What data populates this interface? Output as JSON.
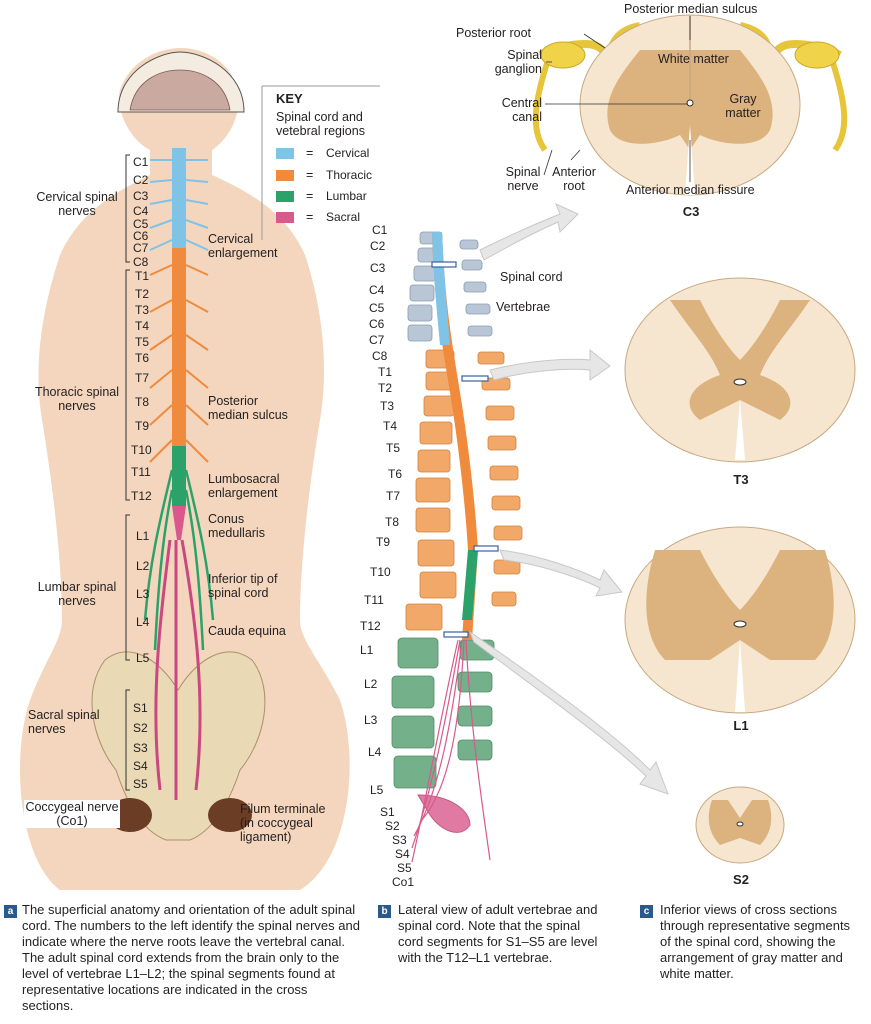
{
  "key": {
    "title": "KEY",
    "subtitle": "Spinal cord and vetebral regions",
    "items": [
      {
        "label": "Cervical",
        "color": "#7fc3e6"
      },
      {
        "label": "Thoracic",
        "color": "#f08a3c"
      },
      {
        "label": "Lumbar",
        "color": "#2aa26a"
      },
      {
        "label": "Sacral",
        "color": "#d9598c"
      }
    ],
    "equals": "="
  },
  "panel_a": {
    "cervical_segments": [
      "C1",
      "C2",
      "C3",
      "C4",
      "C5",
      "C6",
      "C7",
      "C8"
    ],
    "thoracic_segments": [
      "T1",
      "T2",
      "T3",
      "T4",
      "T5",
      "T6",
      "T7",
      "T8",
      "T9",
      "T10",
      "T11",
      "T12"
    ],
    "lumbar_segments": [
      "L1",
      "L2",
      "L3",
      "L4",
      "L5"
    ],
    "sacral_segments": [
      "S1",
      "S2",
      "S3",
      "S4",
      "S5"
    ],
    "labels": {
      "cervical_nerves": "Cervical spinal nerves",
      "thoracic_nerves": "Thoracic spinal nerves",
      "lumbar_nerves": "Lumbar spinal nerves",
      "sacral_nerves": "Sacral spinal nerves",
      "coccygeal": "Coccygeal nerve (Co1)",
      "cervical_enlargement": "Cervical enlargement",
      "posterior_median_sulcus": "Posterior median sulcus",
      "lumbosacral_enlargement": "Lumbosacral enlargement",
      "conus_medullaris": "Conus medullaris",
      "inferior_tip": "Inferior tip of spinal cord",
      "cauda_equina": "Cauda equina",
      "filum_terminale": "Filum terminale (in coccygeal ligament)"
    }
  },
  "panel_b": {
    "left_labels": [
      "C1",
      "C2",
      "C3",
      "C4",
      "C5",
      "C6",
      "C7",
      "C8",
      "T1",
      "T2",
      "T3",
      "T4",
      "T5",
      "T6",
      "T7",
      "T8",
      "T9",
      "T10",
      "T11",
      "T12",
      "L1",
      "L2",
      "L3",
      "L4",
      "L5",
      "S1",
      "S2",
      "S3",
      "S4",
      "S5",
      "Co1"
    ],
    "spinal_cord": "Spinal cord",
    "vertebrae": "Vertebrae"
  },
  "panel_c": {
    "labels": {
      "posterior_median_sulcus": "Posterior median sulcus",
      "posterior_root": "Posterior root",
      "spinal_ganglion": "Spinal ganglion",
      "white_matter": "White matter",
      "central_canal": "Central canal",
      "gray_matter": "Gray matter",
      "spinal_nerve": "Spinal nerve",
      "anterior_root": "Anterior root",
      "anterior_median_fissure": "Anterior median fissure"
    },
    "sections": [
      "C3",
      "T3",
      "L1",
      "S2"
    ]
  },
  "captions": {
    "a": {
      "letter": "a",
      "text": "The superficial anatomy and orientation of the adult spinal cord. The numbers to the left identify the spinal nerves and indicate where the nerve roots leave the vertebral canal. The adult spinal cord extends from the brain only to the level of vertebrae L1–L2; the spinal segments found at representative locations are indicated in the cross sections."
    },
    "b": {
      "letter": "b",
      "text": "Lateral view of adult vertebrae and spinal cord. Note that the spinal cord segments for S1–S5 are level with the T12–L1 vertebrae."
    },
    "c": {
      "letter": "c",
      "text": "Inferior views of cross sections through representative segments of the spinal cord, showing the arrangement of gray matter and white matter."
    }
  },
  "colors": {
    "skin": "#f3d6bd",
    "bone": "#e9d9b7",
    "white_matter": "#f6e6cf",
    "gray_matter": "#dcb27f",
    "ganglion": "#f1d34a"
  }
}
